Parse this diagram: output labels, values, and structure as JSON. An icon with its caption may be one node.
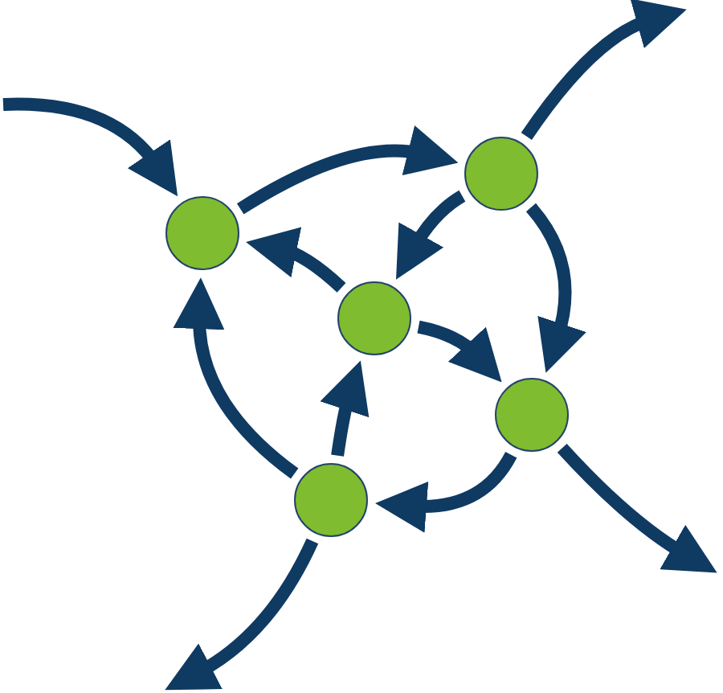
{
  "diagram": {
    "nodes": [
      {
        "text": [],
        "shape": "circle"
      },
      {
        "text": [],
        "shape": "circle"
      },
      {
        "text": [],
        "shape": "circle"
      },
      {
        "text": [],
        "shape": "circle"
      },
      {
        "text": [],
        "shape": "circle"
      }
    ],
    "edges": [
      {
        "from": null,
        "to": 0,
        "arrow": "to"
      },
      {
        "from": 0,
        "to": 1,
        "arrow": "to"
      },
      {
        "from": 1,
        "to": null,
        "arrow": "to"
      },
      {
        "from": 1,
        "to": 2,
        "arrow": "to"
      },
      {
        "from": 2,
        "to": 0,
        "arrow": "to"
      },
      {
        "from": 1,
        "to": 3,
        "arrow": "to"
      },
      {
        "from": 2,
        "to": 3,
        "arrow": "to"
      },
      {
        "from": 3,
        "to": null,
        "arrow": "to"
      },
      {
        "from": 3,
        "to": 4,
        "arrow": "to"
      },
      {
        "from": 4,
        "to": 2,
        "arrow": "to"
      },
      {
        "from": 4,
        "to": 0,
        "arrow": "to"
      },
      {
        "from": 4,
        "to": null,
        "arrow": "to"
      }
    ]
  }
}
